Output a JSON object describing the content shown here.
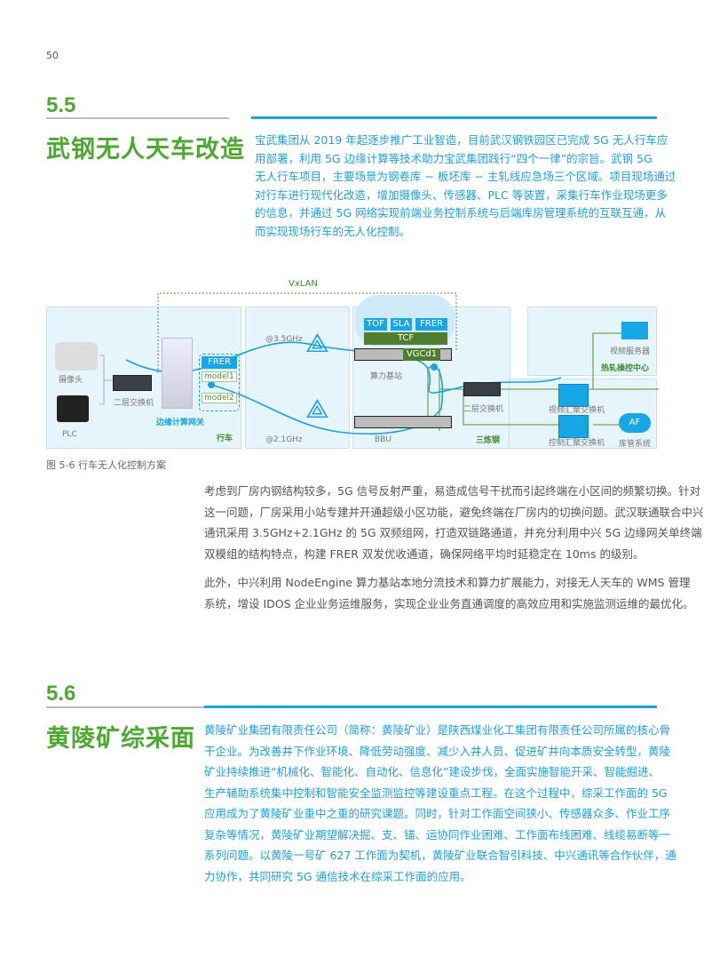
{
  "page_number": "50",
  "section_55": {
    "number": "5.5",
    "title": "武钢无人天车改造",
    "lines": [
      "宝武集团从 2019 年起逐步推广工业智造，目前武汉钢铁园区已完成 5G 无人行车应",
      "用部署，利用 5G 边缘计算等技术助力宝武集团践行“四个一律”的宗旨。武钢 5G",
      "无人行车项目，主要场景为钢卷库 − 板坯库 − 主轧线应急场三个区域。项目现场通过",
      "对行车进行现代化改造，增加摄像头、传感器、PLC 等装置，采集行车作业现场更多",
      "的信息，并通过 5G 网络实现前端业务控制系统与后端库房管理系统的互联互通，从",
      "而实现现场行车的无人化控制。"
    ]
  },
  "diagram": {
    "vxlan": "VxLAN",
    "camera": "摄像头",
    "plc": "PLC",
    "l2switch1": "二层交换机",
    "frer": "FRER",
    "model1": "model1",
    "model2": "model2",
    "edge_gateway": "边缘计算网关",
    "crane": "行车",
    "freq1": "@3.5GHz",
    "freq2": "@2.1GHz",
    "tof": "TOF",
    "sla": "SLA",
    "frer2": "FRER",
    "tcf": "TCF",
    "vgcd1": "VGCd1",
    "compute_bs": "算力基站",
    "bbu": "BBU",
    "l2switch2": "二层交换机",
    "sanlian": "三炼钢",
    "video_server": "视频服务器",
    "hot_rolling": "热轧操控中心",
    "video_agg": "视频汇聚交换机",
    "ctrl_agg": "控制汇聚交换机",
    "af": "AF",
    "warehouse": "库管系统"
  },
  "caption": "图 5-6 行车无人化控制方案",
  "body_55": {
    "p1": [
      "考虑到厂房内钢结构较多，5G 信号反射严重，易造成信号干扰而引起终端在小区间的频繁切换。针对",
      "这一问题，厂房采用小站专建并开通超级小区功能，避免终端在厂房内的切换问题。武汉联通联合中兴",
      "通讯采用 3.5GHz+2.1GHz 的 5G 双频组网，打造双链路通道，并充分利用中兴 5G 边缘网关单终端",
      "双模组的结构特点，构建 FRER 双发优收通道，确保网络平均时延稳定在 10ms 的级别。"
    ],
    "p2": [
      "此外，中兴利用 NodeEngine 算力基站本地分流技术和算力扩展能力，对接无人天车的 WMS 管理",
      "系统，增设 IDOS 企业业务运维服务，实现企业业务直通调度的高效应用和实施监测运维的最优化。"
    ]
  },
  "section_56": {
    "number": "5.6",
    "title": "黄陵矿综采面",
    "lines": [
      "黄陵矿业集团有限责任公司（简称：黄陵矿业）是陕西煤业化工集团有限责任公司所属的核心骨",
      "干企业。为改善井下作业环境、降低劳动强度、减少入井人员、促进矿井向本质安全转型，黄陵",
      "矿业持续推进“机械化、智能化、自动化、信息化”建设步伐，全面实施智能开采、智能掘进、",
      "生产辅助系统集中控制和智能安全监测监控等建设重点工程。在这个过程中，综采工作面的 5G",
      "应用成为了黄陵矿业重中之重的研究课题。同时，针对工作面空间狭小、传感器众多、作业工序",
      "复杂等情况，黄陵矿业期望解决掘、支、锚、运协同作业困难、工作面布线困难、线缆易断等一",
      "系列问题。以黄陵一号矿 627 工作面为契机，黄陵矿业联合智引科技、中兴通讯等合作伙伴，通",
      "力协作，共同研究 5G 通信技术在综采工作面的应用。"
    ]
  },
  "colors": {
    "green": "#4ea832",
    "blue": "#1aa3e0",
    "text_blue": "#1e9fd9",
    "text_gray": "#555555"
  }
}
